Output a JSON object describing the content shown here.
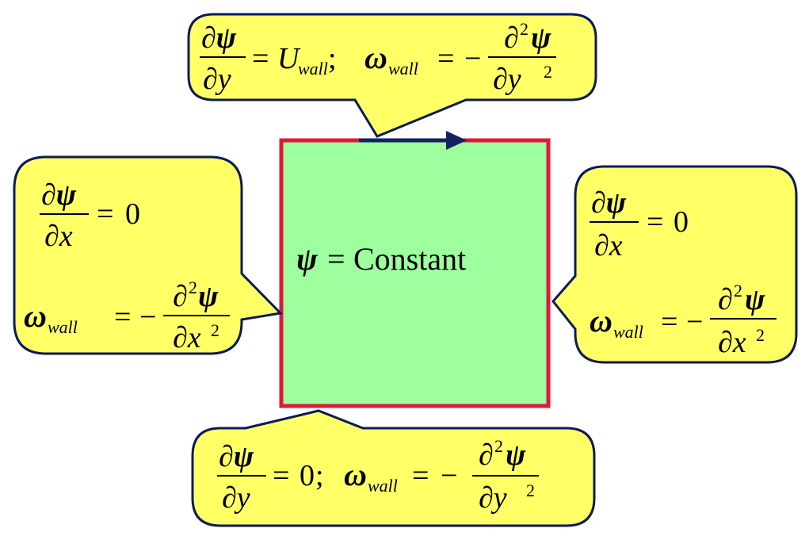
{
  "colors": {
    "callout_fill": "#ffff66",
    "callout_stroke": "#0d1a57",
    "box_fill": "#9dff9d",
    "box_stroke": "#e3153a",
    "arrow": "#152260"
  },
  "symbols": {
    "partial": "∂",
    "psi": "ψ",
    "omega": "ω",
    "x": "x",
    "y": "y",
    "equals": "=",
    "minus": "−",
    "zero": "0",
    "two": "2",
    "U": "U",
    "wall": "wall",
    "semicolon": ";"
  },
  "center": {
    "label": "Constant"
  }
}
